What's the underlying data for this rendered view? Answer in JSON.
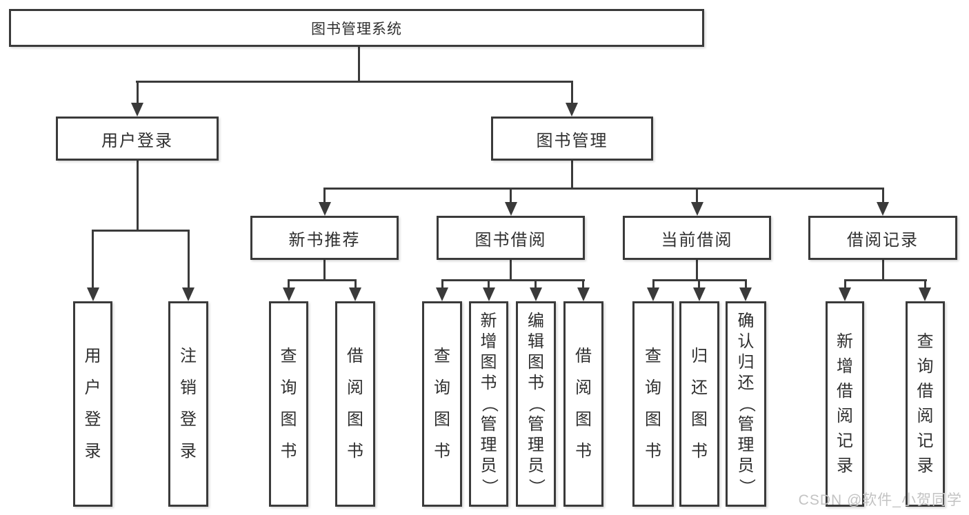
{
  "nodes": {
    "root": "图书管理系统",
    "user_login": "用户登录",
    "book_management": "图书管理",
    "new_book_recommend": "新书推荐",
    "book_borrow": "图书借阅",
    "current_borrow": "当前借阅",
    "borrow_records": "借阅记录"
  },
  "leaves": {
    "user": [
      "用户登录",
      "注销登录"
    ],
    "recommend": [
      "查询图书",
      "借阅图书"
    ],
    "borrow": [
      "查询图书",
      "新增图书（管理员）",
      "编辑图书（管理员）",
      "借阅图书"
    ],
    "current": [
      "查询图书",
      "归还图书",
      "确认归还（管理员）"
    ],
    "records": [
      "新增借阅记录",
      "查询借阅记录"
    ]
  },
  "watermark": "CSDN @软件_小贺同学",
  "colors": {
    "line": "#3a3a3a",
    "text": "#2f2f2f",
    "watermark": "#c3c3c3",
    "background": "#ffffff"
  }
}
